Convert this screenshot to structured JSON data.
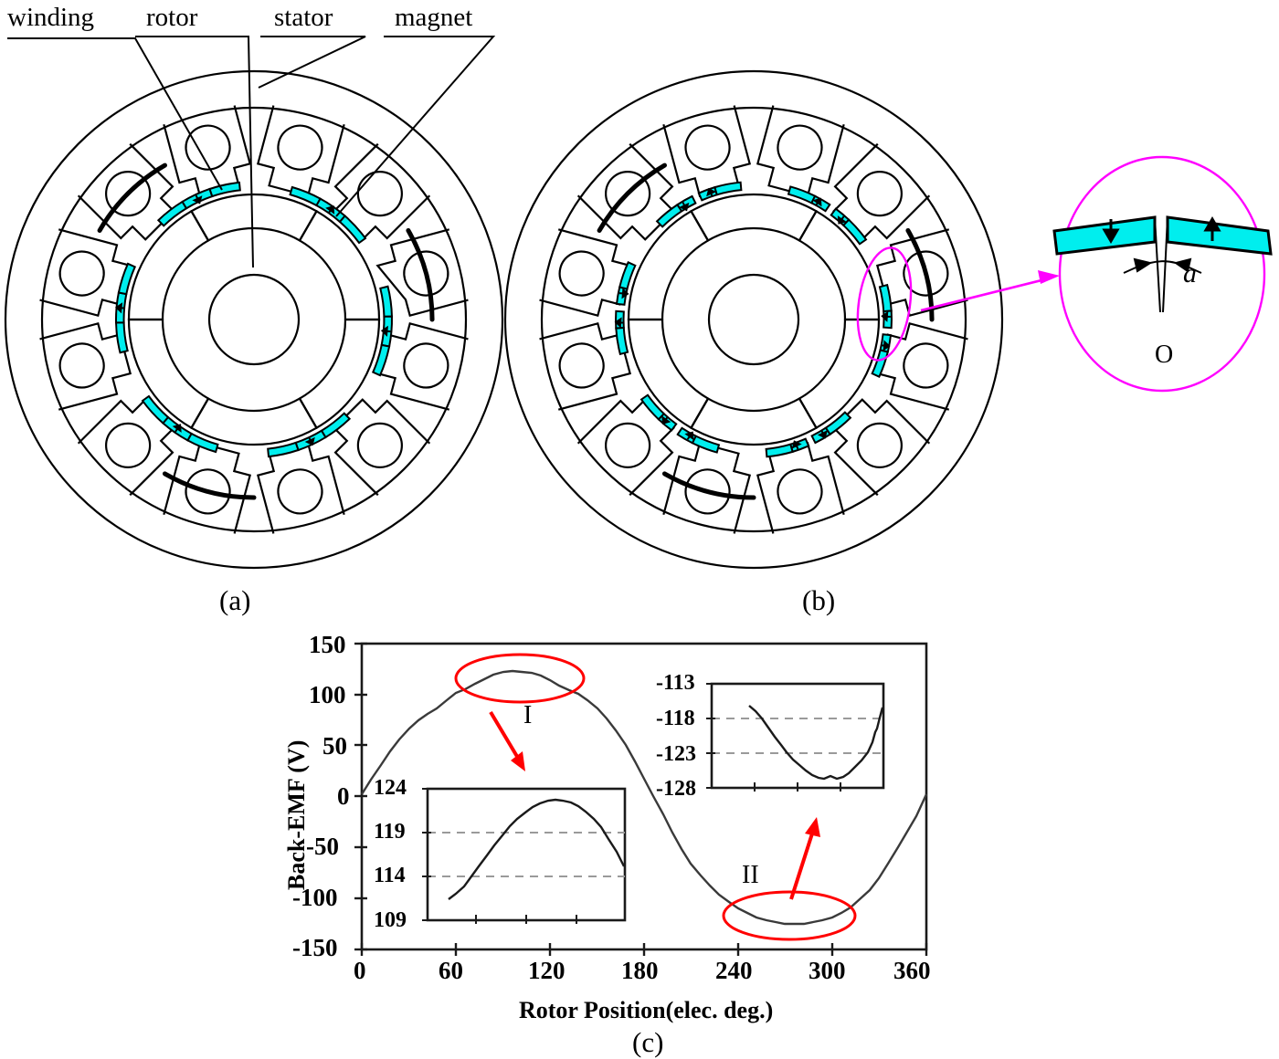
{
  "figure": {
    "callouts": [
      {
        "id": "winding",
        "label": "winding"
      },
      {
        "id": "rotor",
        "label": "rotor"
      },
      {
        "id": "stator",
        "label": "stator"
      },
      {
        "id": "magnet",
        "label": "magnet"
      }
    ],
    "subcaptions": {
      "a": "(a)",
      "b": "(b)",
      "c": "(c)"
    },
    "detail": {
      "angle_symbol": "a",
      "origin_symbol": "O"
    },
    "colors": {
      "magnet": "#00EEEE",
      "outline": "#000000",
      "highlight_ellipse": "#FF00FF",
      "annotation": "#FF0000",
      "curve": "#3a3a3a"
    },
    "motor_a": {
      "stator_slots": 12,
      "rotor_poles": 6,
      "magnet_arcs": 6,
      "magnets_split": false
    },
    "motor_b": {
      "stator_slots": 12,
      "rotor_poles": 6,
      "magnet_arcs": 6,
      "magnets_split": true
    }
  },
  "chart_data": {
    "type": "line",
    "title": "",
    "xlabel": "Rotor Position(elec. deg.)",
    "ylabel": "Back-EMF (V)",
    "xlim": [
      0,
      360
    ],
    "ylim": [
      -150,
      150
    ],
    "xticks": [
      0,
      60,
      120,
      180,
      240,
      300,
      360
    ],
    "xticklabels": [
      "0",
      "60",
      "120",
      "180",
      "240",
      "300",
      "360"
    ],
    "yticks": [
      -150,
      -100,
      -50,
      0,
      50,
      100,
      150
    ],
    "yticklabels": [
      "-150",
      "-100",
      "-50",
      "0",
      "50",
      "100",
      "150"
    ],
    "grid": false,
    "legend": null,
    "series": [
      {
        "name": "Back-EMF",
        "x": [
          0,
          6,
          12,
          18,
          24,
          30,
          36,
          42,
          48,
          54,
          60,
          66,
          72,
          78,
          84,
          90,
          96,
          102,
          108,
          114,
          120,
          126,
          132,
          138,
          144,
          150,
          156,
          162,
          168,
          174,
          180,
          186,
          192,
          198,
          204,
          210,
          216,
          222,
          228,
          234,
          240,
          246,
          252,
          258,
          264,
          270,
          276,
          282,
          288,
          294,
          300,
          306,
          312,
          318,
          324,
          330,
          336,
          342,
          348,
          354,
          360
        ],
        "y": [
          2,
          16,
          30,
          44,
          56,
          66,
          74,
          80,
          86,
          94,
          101,
          105,
          110,
          115,
          119,
          122,
          122.5,
          122,
          121,
          118,
          114,
          109,
          104,
          100,
          94,
          86,
          76,
          64,
          50,
          34,
          16,
          -2,
          -20,
          -38,
          -54,
          -68,
          -80,
          -90,
          -99,
          -106,
          -112,
          -117,
          -121,
          -124,
          -126,
          -127,
          -127.5,
          -127,
          -126,
          -124,
          -121,
          -117,
          -111,
          -103,
          -92,
          -78,
          -62,
          -44,
          -28,
          -12,
          2
        ]
      }
    ],
    "annotations": [
      {
        "label": "I",
        "ellipse_center_x": 90,
        "ellipse_center_y": 121,
        "points_to": "inset_1"
      },
      {
        "label": "II",
        "ellipse_center_x": 272,
        "ellipse_center_y": -126,
        "points_to": "inset_2"
      }
    ],
    "insets": [
      {
        "id": "inset_1",
        "yticks": [
          109,
          114,
          119,
          124
        ],
        "yticklabels": [
          "109",
          "114",
          "119",
          "124"
        ],
        "ylim": [
          109,
          124
        ],
        "gridlines": [
          114,
          119
        ],
        "x": [
          0,
          4,
          8,
          12,
          16,
          20,
          24,
          28,
          32,
          36,
          40,
          44,
          48,
          52,
          56,
          60,
          64,
          68,
          72,
          76,
          80,
          84,
          88,
          92,
          96,
          100
        ],
        "y": [
          111.3,
          111.9,
          112.8,
          113.9,
          115.1,
          116.4,
          117.6,
          118.7,
          119.7,
          120.6,
          121.3,
          121.9,
          122.3,
          122.6,
          122.7,
          122.6,
          122.4,
          122.0,
          121.4,
          120.6,
          119.6,
          118.3,
          116.8,
          115.1,
          113.2,
          111.5
        ]
      },
      {
        "id": "inset_2",
        "yticks": [
          -128,
          -123,
          -118,
          -113
        ],
        "yticklabels": [
          "-128",
          "-123",
          "-118",
          "-113"
        ],
        "ylim": [
          -128,
          -113
        ],
        "gridlines": [
          -123,
          -118
        ],
        "x": [
          0,
          4,
          8,
          12,
          16,
          20,
          24,
          28,
          32,
          36,
          40,
          44,
          48,
          52,
          56,
          60,
          64,
          68,
          72,
          76,
          80,
          84,
          88,
          92,
          96,
          100
        ],
        "y": [
          -116.2,
          -117.0,
          -118.1,
          -119.4,
          -120.7,
          -121.9,
          -123.0,
          -124.0,
          -124.9,
          -125.7,
          -126.3,
          -126.7,
          -126.9,
          -126.5,
          -126.8,
          -126.6,
          -126.0,
          -125.2,
          -124.2,
          -123.0,
          -121.6,
          -120.1,
          -118.6,
          -118.2,
          -117.1,
          -115.7
        ]
      }
    ]
  }
}
